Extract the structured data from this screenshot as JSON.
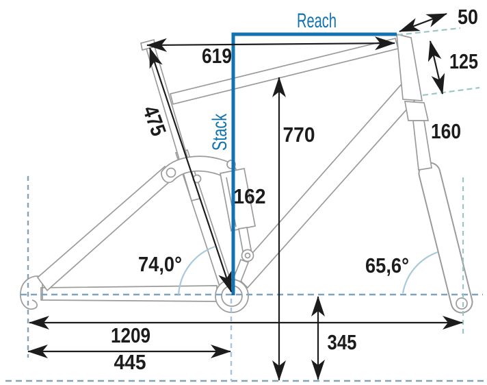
{
  "title": "Mountain bike frame geometry diagram",
  "colors": {
    "frame_outline": "#9b9b9b",
    "dimension_ink": "#1c1c1c",
    "accent_blue": "#1173b0",
    "dashed_teal": "#9cc6c6",
    "dashed_bluegray": "#7fa3ba",
    "dashed_lightblue": "#a5c4d9",
    "angle_arc": "#a9c8da"
  },
  "geometry": {
    "reach_label": "Reach",
    "stack_label": "Stack",
    "top_tube_horizontal_length": "619",
    "seat_tube_length": "475",
    "standover_height": "770",
    "shock_length": "162",
    "head_tube_length": "125",
    "stem_length": "50",
    "fork_travel": "160",
    "bb_drop_height": "345",
    "wheelbase": "1209",
    "chainstay_length": "445",
    "seat_tube_angle": "74,0°",
    "head_tube_angle": "65,6°"
  }
}
